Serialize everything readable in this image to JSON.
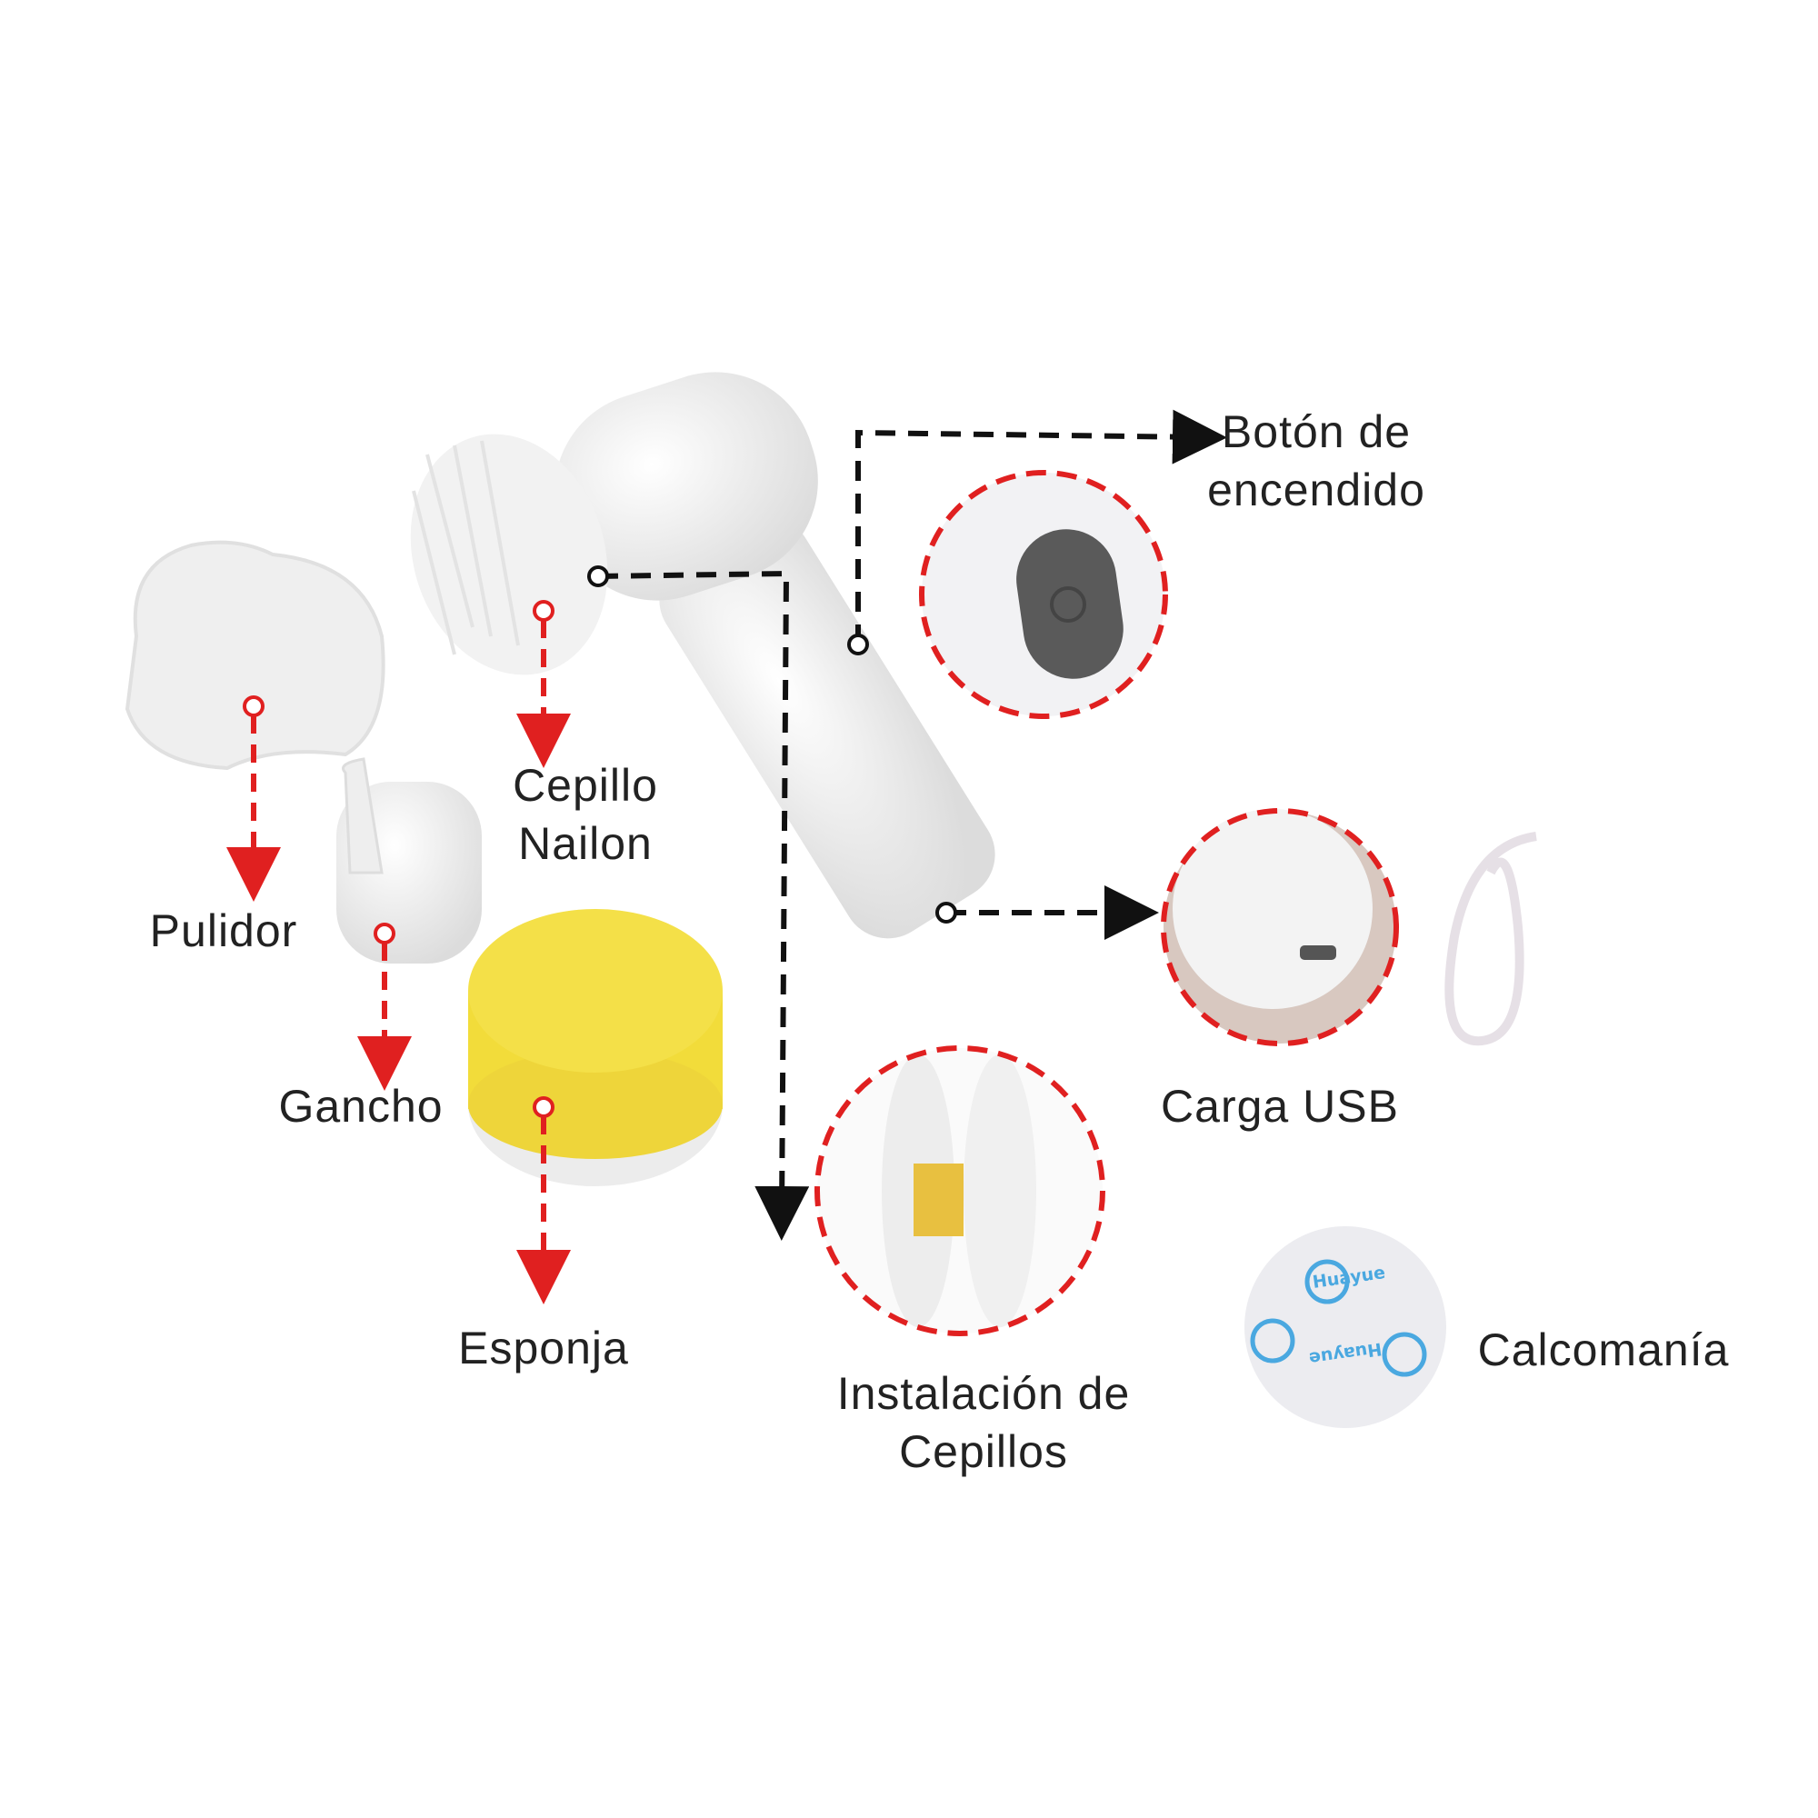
{
  "labels": {
    "power_button": [
      "Botón de",
      "encendido"
    ],
    "nylon_brush": [
      "Cepillo",
      "Nailon"
    ],
    "polisher": "Pulidor",
    "hook": "Gancho",
    "sponge": "Esponja",
    "brush_install": [
      "Instalación de",
      "Cepillos"
    ],
    "usb_charge": "Carga USB",
    "sticker": "Calcomanía"
  },
  "sticker_logo_text": "Huayue",
  "colors": {
    "callout_red": "#e02020",
    "leader_black": "#111111",
    "sponge_yellow": "#f2dc3a",
    "button_gray": "#5a5a5a"
  }
}
